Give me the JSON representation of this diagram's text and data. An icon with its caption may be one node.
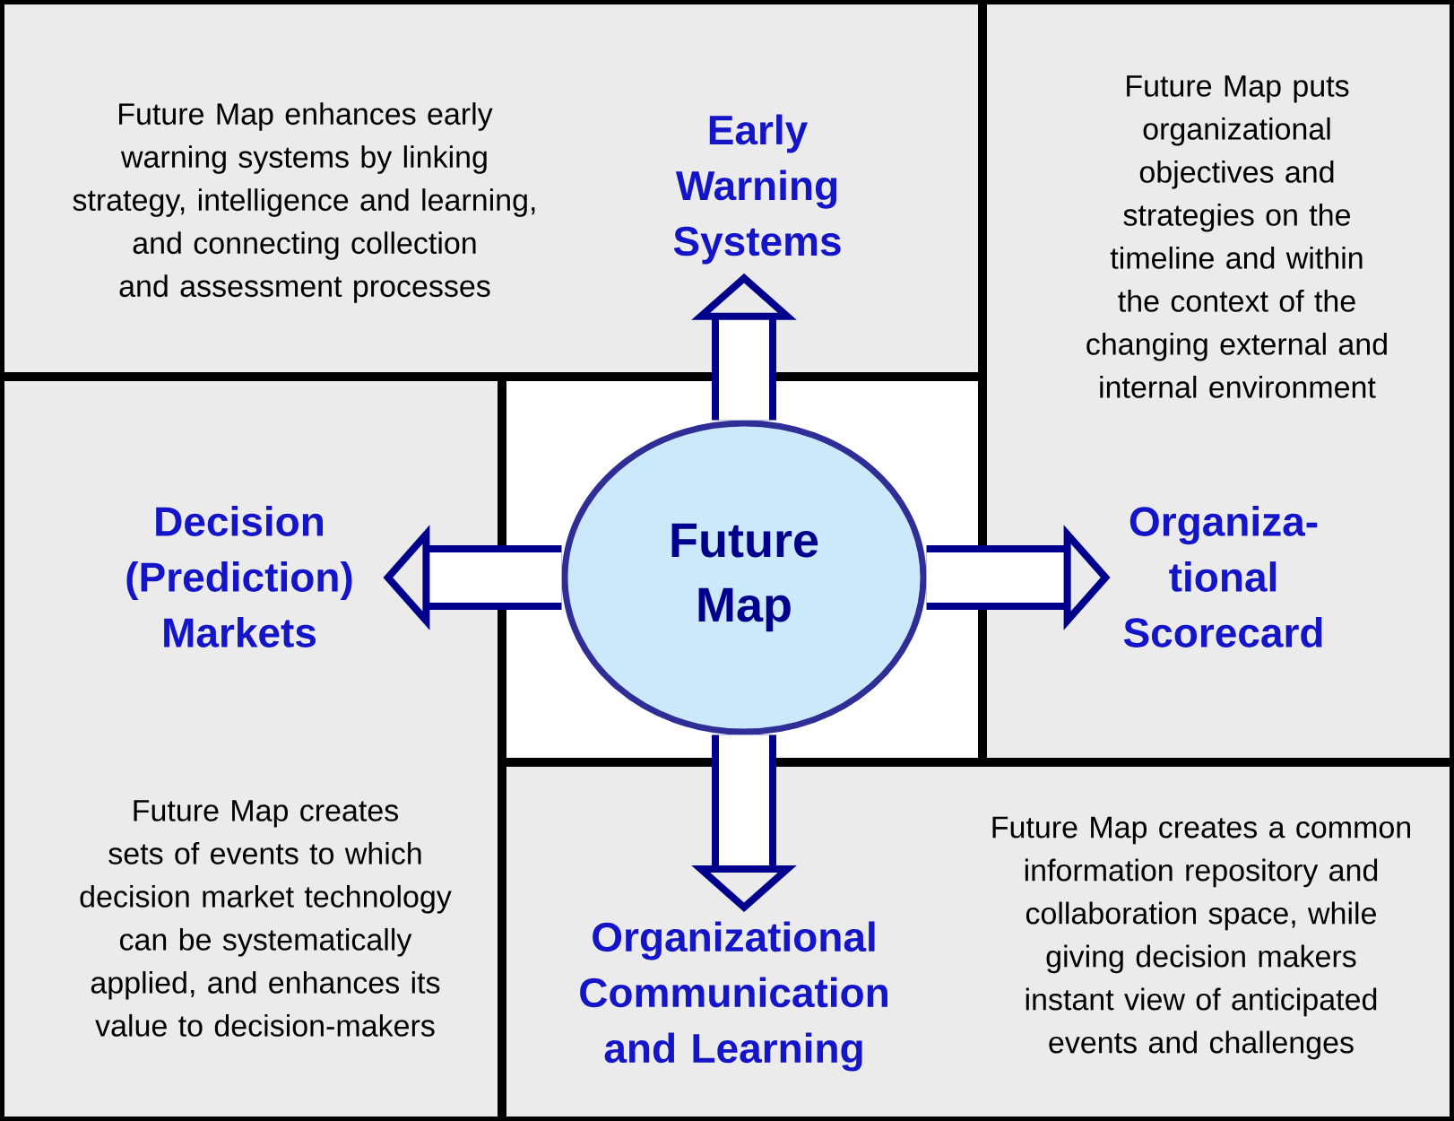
{
  "diagram": {
    "nodes": [
      {
        "text": [
          "Future Map enhances early warning systems by linking strategy, intelligence and learning, and connecting collection and assessment processes"
        ]
      },
      {
        "text": [
          "Early Warning Systems"
        ],
        "in": 0
      },
      {
        "text": [
          "Future Map puts organizational objectives and strategies on the timeline and within the context of the changing external and internal environment"
        ]
      },
      {
        "text": [
          "Organiza- tional Scorecard"
        ],
        "in": 2
      },
      {
        "text": [
          "Future Map"
        ]
      },
      {
        "text": [
          "Future Map creates sets of events to which decision market technology can be systematically applied, and enhances its value to decision-makers"
        ]
      },
      {
        "text": [
          "Decision (Prediction) Markets"
        ],
        "in": 5
      },
      {
        "text": [
          "Future Map creates a common information repository and collaboration space, while giving decision makers instant view of anticipated events and challenges"
        ]
      },
      {
        "text": [
          "Organizational Communication and Learning"
        ],
        "in": 7
      }
    ],
    "edges": [
      {
        "from": 4,
        "to": 1,
        "arrow": "to"
      },
      {
        "from": 4,
        "to": 3,
        "arrow": "to"
      },
      {
        "from": 4,
        "to": 6,
        "arrow": "to"
      },
      {
        "from": 4,
        "to": 8,
        "arrow": "to"
      }
    ]
  }
}
